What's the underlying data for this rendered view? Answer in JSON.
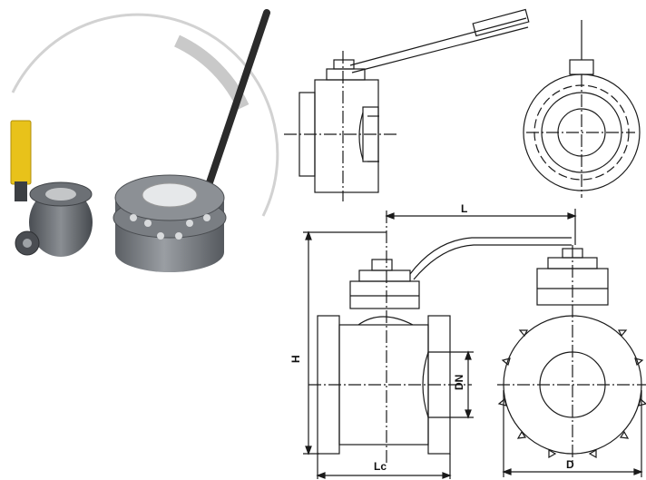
{
  "drawing": {
    "dimension_labels": {
      "L": "L",
      "H": "H",
      "DN": "DN",
      "Lc": "Lc",
      "D": "D"
    }
  },
  "colors": {
    "handle_yellow": "#e8c21a",
    "valve_gray": "#6f7378",
    "lever_black": "#2b2b2b",
    "arc_gray": "#cfcfcf",
    "line": "#1a1a1a"
  }
}
